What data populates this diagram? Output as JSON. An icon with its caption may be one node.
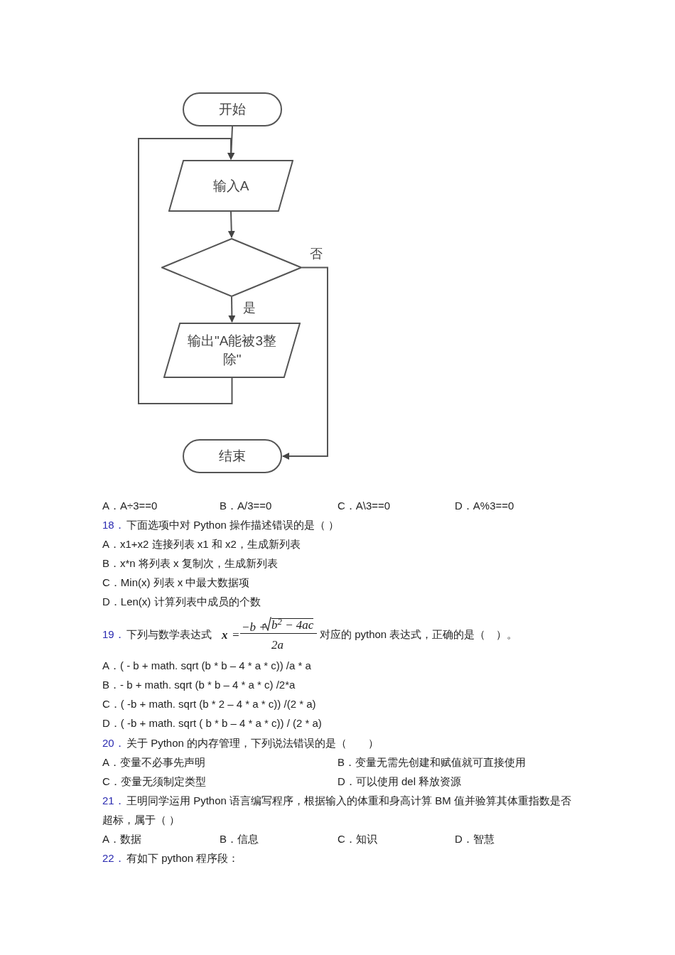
{
  "diagram": {
    "nodes": [
      {
        "text": [
          "开始"
        ]
      },
      {
        "text": [
          "输入A"
        ]
      },
      {
        "text": [],
        "shape": "diamond"
      },
      {
        "text": [
          "输出\"A能被3整除\""
        ]
      },
      {
        "text": [
          "结束"
        ]
      }
    ],
    "edges": [
      {
        "from": 0,
        "to": 1,
        "arrow": "to"
      },
      {
        "from": 1,
        "to": 2,
        "arrow": "to"
      },
      {
        "from": 2,
        "to": 3,
        "arrow": "to",
        "label": "是"
      },
      {
        "from": 2,
        "to": 4,
        "arrow": "to",
        "label": "否"
      },
      {
        "from": 3,
        "to": 1,
        "arrow": "to"
      }
    ],
    "labels": [
      "A．A÷3==0",
      "B．A/3==0",
      "C．A\\3==0",
      "D．A%3==0",
      "18．",
      "下面选项中对 Python 操作描述错误的是（ ）",
      "A．x1+x2  连接列表 x1 和 x2，生成新列表",
      "B．x*n 将列表 x 复制次，生成新列表",
      "C．Min(x) 列表 x 中最大数据项",
      "D．Len(x) 计算列表中成员的个数",
      "19．",
      "下列与数学表达式",
      "x",
      "=",
      "−b +",
      "b$^{2}$ − 4ac",
      "2a",
      "对应的 python 表达式，正确的是（　）。",
      "A．( - b + math. sqrt (b * b – 4 * a * c)) /a * a",
      "B．- b + math. sqrt (b * b – 4 * a * c) /2*a",
      "C．( -b + math. sqrt (b * 2 – 4 * a * c)) /(2 * a)",
      "D．( -b + math. sqrt ( b * b – 4 * a * c)) / (2 * a)",
      "20．",
      "关于 Python 的内存管理，下列说法错误的是（　　）",
      "A．变量不必事先声明",
      "B．变量无需先创建和赋值就可直接使用",
      "C．变量无须制定类型",
      "D．可以使用 del 释放资源",
      "21．",
      "王明同学运用 Python 语言编写程序，根据输入的体重和身高计算 BM 值并验算其体重指数是否超标，属于（ ）",
      "A．数据",
      "B．信息",
      "C．知识",
      "D．智慧",
      "22．",
      "有如下 python 程序段："
    ]
  }
}
